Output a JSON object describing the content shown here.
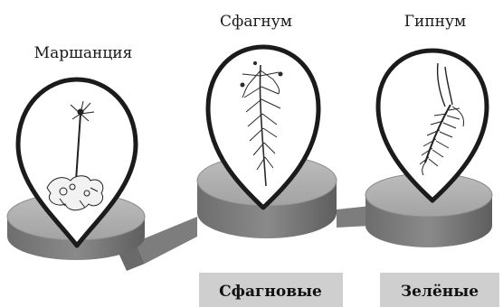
{
  "plants": [
    {
      "name": "Маршанция",
      "group": ""
    },
    {
      "name": "Сфагнум",
      "group": "Сфагновые"
    },
    {
      "name": "Гипнум",
      "group": "Зелёные"
    }
  ]
}
